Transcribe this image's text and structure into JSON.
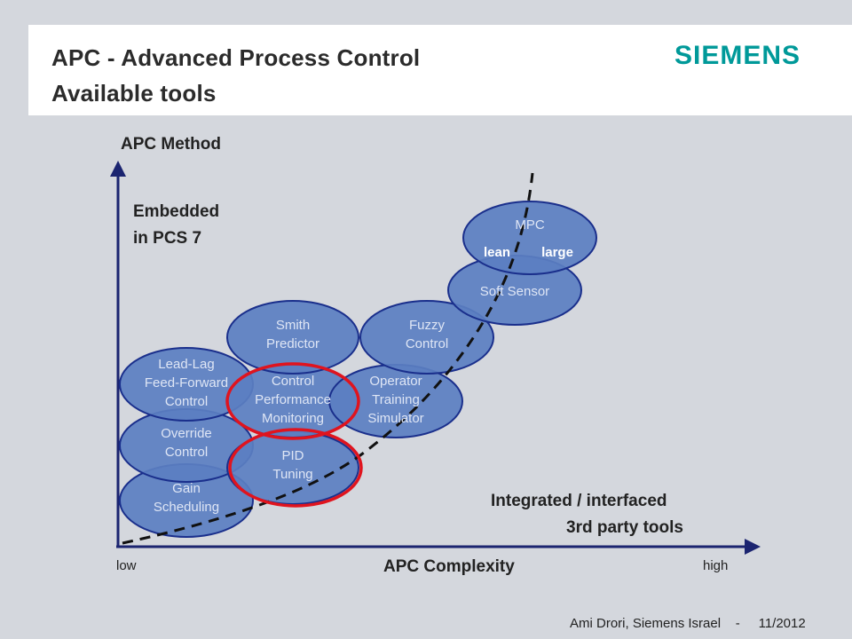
{
  "header": {
    "title_line1": "APC - Advanced Process Control",
    "title_line2": "Available tools",
    "logo": "SIEMENS"
  },
  "axes": {
    "y_label": "APC Method",
    "x_label": "APC Complexity",
    "x_low": "low",
    "x_high": "high"
  },
  "annotations": {
    "embedded_line1": "Embedded",
    "embedded_line2": "in PCS 7",
    "integrated_line1": "Integrated / interfaced",
    "integrated_line2": "3rd party tools"
  },
  "tools": [
    {
      "id": "mpc",
      "lines": [
        "MPC"
      ]
    },
    {
      "id": "mpc-lean",
      "lines": [
        "lean"
      ]
    },
    {
      "id": "mpc-large",
      "lines": [
        "large"
      ]
    },
    {
      "id": "soft-sensor",
      "lines": [
        "Soft Sensor"
      ]
    },
    {
      "id": "fuzzy-control",
      "lines": [
        "Fuzzy",
        "Control"
      ]
    },
    {
      "id": "smith-predictor",
      "lines": [
        "Smith",
        "Predictor"
      ]
    },
    {
      "id": "operator-training-simulator",
      "lines": [
        "Operator",
        "Training",
        "Simulator"
      ]
    },
    {
      "id": "control-performance-monitoring",
      "lines": [
        "Control",
        "Performance",
        "Monitoring"
      ]
    },
    {
      "id": "lead-lag-feed-forward-control",
      "lines": [
        "Lead-Lag",
        "Feed-Forward",
        "Control"
      ]
    },
    {
      "id": "override-control",
      "lines": [
        "Override",
        "Control"
      ]
    },
    {
      "id": "pid-tuning",
      "lines": [
        "PID",
        "Tuning"
      ]
    },
    {
      "id": "gain-scheduling",
      "lines": [
        "Gain",
        "Scheduling"
      ]
    }
  ],
  "colors": {
    "ellipse_fill": "#5b7fc1",
    "ellipse_stroke": "#1a2f8c",
    "ellipse_text": "#dfe6f5",
    "highlight": "#e0141e",
    "logo": "#009999"
  },
  "footer": {
    "author": "Ami Drori, Siemens Israel",
    "separator": "-",
    "date": "11/2012"
  }
}
